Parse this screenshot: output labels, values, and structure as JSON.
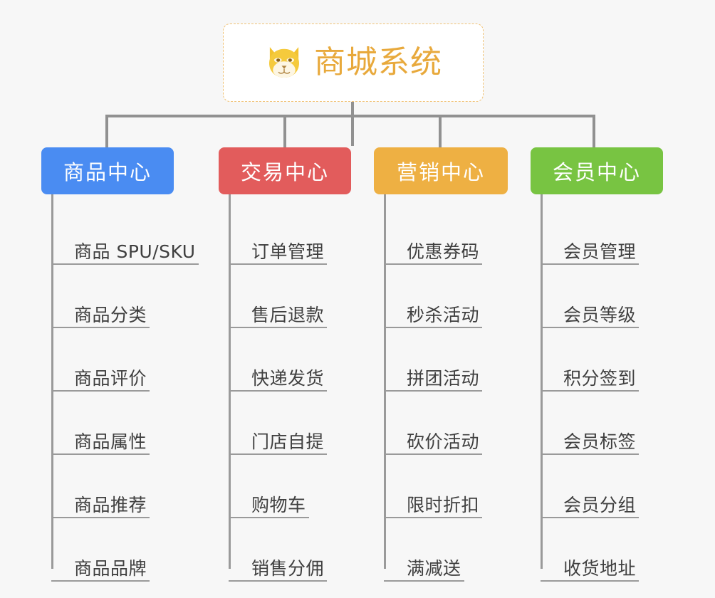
{
  "diagram": {
    "title": "商城系统",
    "root_icon": "shiba-dog-face-icon",
    "background_color": "#f7f7f7",
    "branches": [
      {
        "label": "商品中心",
        "color": "#4a8cf2",
        "items": [
          "商品 SPU/SKU",
          "商品分类",
          "商品评价",
          "商品属性",
          "商品推荐",
          "商品品牌"
        ]
      },
      {
        "label": "交易中心",
        "color": "#e25c5c",
        "items": [
          "订单管理",
          "售后退款",
          "快递发货",
          "门店自提",
          "购物车",
          "销售分佣"
        ]
      },
      {
        "label": "营销中心",
        "color": "#eeb043",
        "items": [
          "优惠券码",
          "秒杀活动",
          "拼团活动",
          "砍价活动",
          "限时折扣",
          "满减送"
        ]
      },
      {
        "label": "会员中心",
        "color": "#78c442",
        "items": [
          "会员管理",
          "会员等级",
          "积分签到",
          "会员标签",
          "会员分组",
          "收货地址"
        ]
      }
    ]
  }
}
